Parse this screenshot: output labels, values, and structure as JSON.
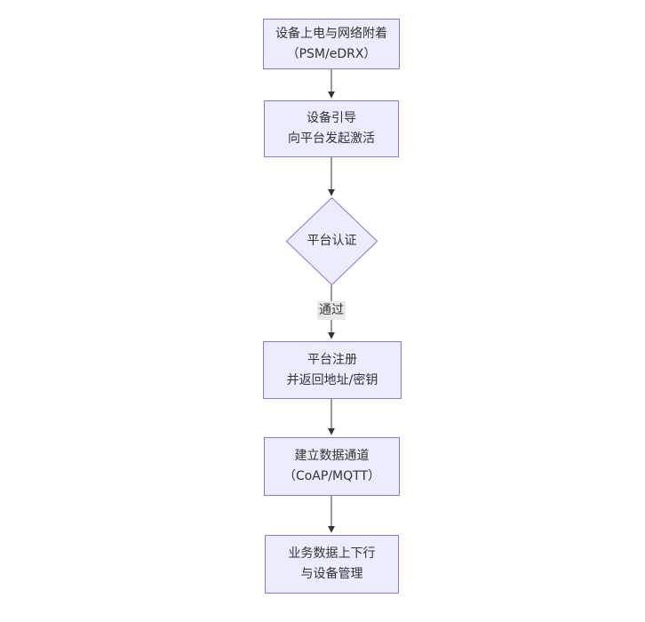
{
  "diagram": {
    "type": "flowchart-vertical",
    "colors": {
      "background": "#ffffff",
      "node_fill": "#ECECFF",
      "node_border": "#9370DB",
      "arrow": "#333333",
      "edge_label_bg": "#e8e8e8",
      "text": "#333333"
    },
    "nodes": [
      {
        "id": "A",
        "shape": "rect",
        "lines": [
          "设备上电与网络附着",
          "（PSM/eDRX）"
        ]
      },
      {
        "id": "B",
        "shape": "rect",
        "lines": [
          "设备引导",
          "向平台发起激活"
        ]
      },
      {
        "id": "C",
        "shape": "diamond",
        "lines": [
          "平台认证"
        ]
      },
      {
        "id": "D",
        "shape": "rect",
        "lines": [
          "平台注册",
          "并返回地址/密钥"
        ]
      },
      {
        "id": "E",
        "shape": "rect",
        "lines": [
          "建立数据通道",
          "（CoAP/MQTT）"
        ]
      },
      {
        "id": "F",
        "shape": "rect",
        "lines": [
          "业务数据上下行",
          "与设备管理"
        ]
      }
    ],
    "edges": [
      {
        "from": "A",
        "to": "B",
        "label": ""
      },
      {
        "from": "B",
        "to": "C",
        "label": ""
      },
      {
        "from": "C",
        "to": "D",
        "label": "通过"
      },
      {
        "from": "D",
        "to": "E",
        "label": ""
      },
      {
        "from": "E",
        "to": "F",
        "label": ""
      }
    ]
  }
}
